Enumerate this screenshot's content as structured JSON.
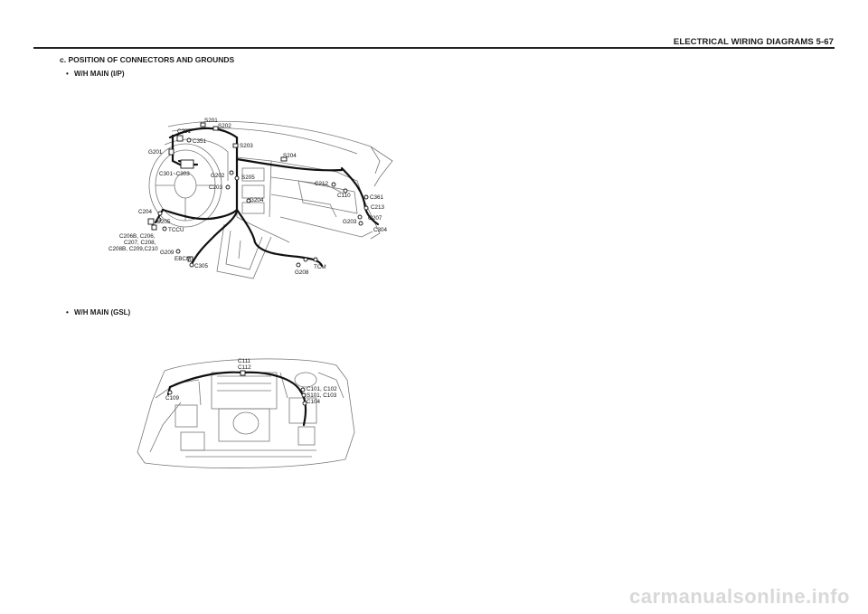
{
  "header": {
    "title": "ELECTRICAL WIRING DIAGRAMS  5-67"
  },
  "section": {
    "title": "c.  POSITION OF CONNECTORS AND GROUNDS"
  },
  "bullets": [
    {
      "dot": "•",
      "text": "W/H MAIN (I/P)"
    },
    {
      "dot": "•",
      "text": "W/H MAIN (GSL)"
    }
  ],
  "ip_labels": {
    "s201": "S201",
    "s202": "S202",
    "c201": "C201",
    "c351": "C351",
    "s203": "S203",
    "g201": "G201",
    "s204": "S204",
    "c301_c303": "C301~C303",
    "g202": "G202",
    "s205": "S205",
    "c212": "C212",
    "c203": "C203",
    "c110": "C110",
    "c361": "C361",
    "g204": "G204",
    "c204": "C204",
    "c213": "C213",
    "g205": "G205",
    "g207": "G207",
    "g203": "G203",
    "tccu": "TCCU",
    "c304": "C304",
    "c206_line1": "C206B, C206,",
    "c206_line2": "C207, C208,",
    "c206_line3": "C208B, C209,C210",
    "g209": "G209",
    "ebcm": "EBCM",
    "c305": "C305",
    "tcm": "TCM",
    "g208": "G208"
  },
  "gsl_labels": {
    "c111": "C111",
    "c112": "C112",
    "c109": "C109",
    "c101_line1": "C101, C102",
    "c101_line2": "S101, C103",
    "c101_line3": "C104"
  },
  "watermark": "carmanualsonline.info"
}
